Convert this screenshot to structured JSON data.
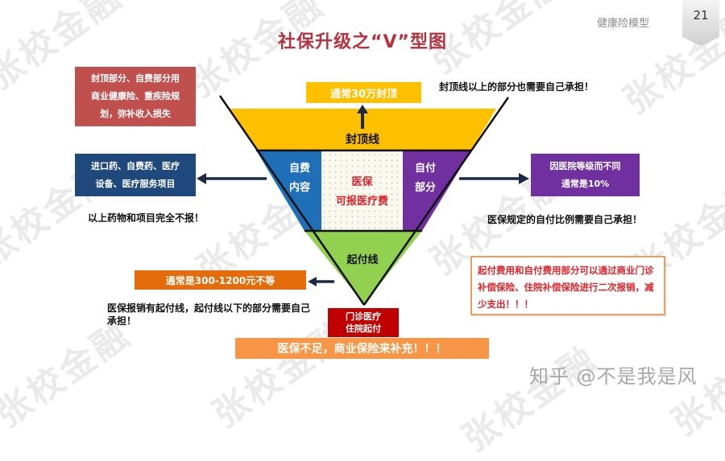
{
  "header": {
    "title": "社保升级之“V”型图",
    "section": "健康险模型",
    "page_number": "21"
  },
  "watermark": {
    "text": "张校金融",
    "footer_credit": "知乎 @不是我是风"
  },
  "v_diagram": {
    "cap_label": "封顶线",
    "cap_value_box": "通常30万封顶",
    "self_pay_content": [
      "自费",
      "内容"
    ],
    "reimbursable": [
      "医保",
      "可报医疗费"
    ],
    "copay_part": [
      "自付",
      "部分"
    ],
    "deductible_label": "起付线",
    "deductible_box": [
      "门诊医疗",
      "住院起付"
    ],
    "colors": {
      "cap": "#ffc000",
      "self_pay": "#1f6fb8",
      "reimbursable_bg": "#fbf8f0",
      "reimbursable_text": "#e21f26",
      "copay": "#7030a0",
      "deductible": "#92d050",
      "deductible_box": "#c00000"
    }
  },
  "left_panels": {
    "commercial_box": {
      "lines": [
        "封顶部分、自费部分用",
        "商业健康险、重疾险规",
        "划，弥补收入损失"
      ],
      "color": "#c0504d"
    },
    "self_pay_items_box": {
      "lines": [
        "进口药、自费药、医疗",
        "设备、医疗服务项目"
      ],
      "color": "#1f497d"
    },
    "self_pay_note": "以上药物和项目完全不报！",
    "deductible_range_box": {
      "text": "通常是300-1200元不等",
      "color": "#e46c0a"
    },
    "deductible_note": "医保报销有起付线，起付线以下的部分需要自己承担！"
  },
  "right_panels": {
    "cap_note": "封顶线以上的部分也需要自己承担！",
    "copay_box": {
      "lines": [
        "因医院等级而不同",
        "通常是10%"
      ],
      "color": "#7030a0"
    },
    "copay_note": "医保规定的自付比例需要自己承担！",
    "supplement_box": {
      "text": "起付费用和自付费用部分可以通过商业门诊补偿保险、住院补偿保险进行二次报销，减少支出！！！",
      "border": "#e6a064",
      "text_color": "#e21f26"
    }
  },
  "footer_banner": {
    "text": "医保不足，商业保险来补充！！！",
    "color": "#f79646"
  }
}
